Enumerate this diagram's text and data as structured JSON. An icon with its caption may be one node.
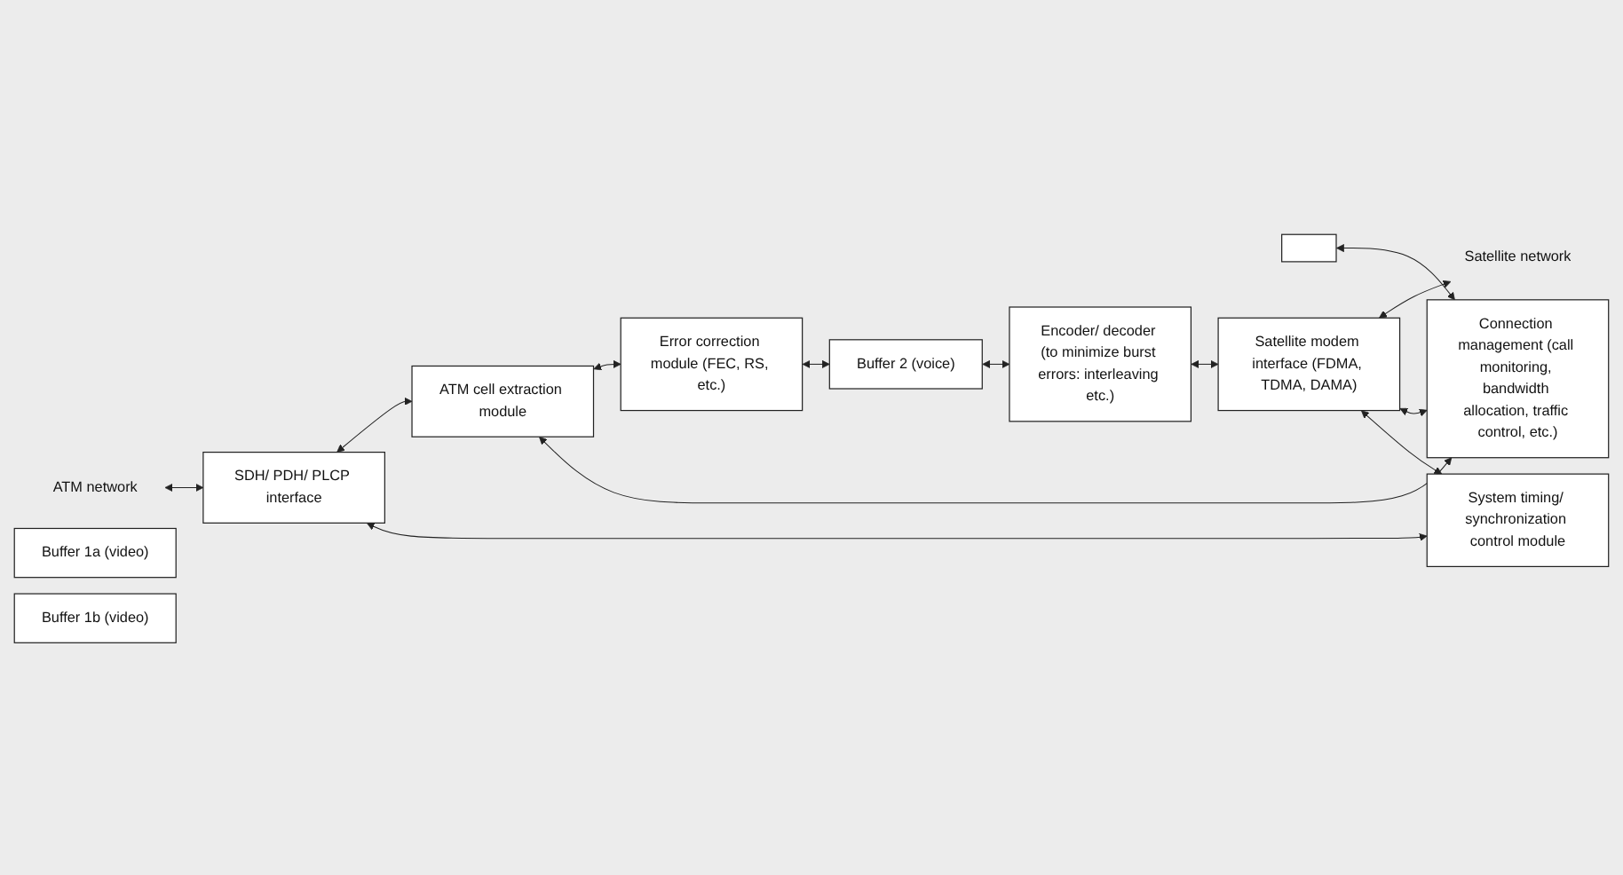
{
  "diagram": {
    "nodes": [
      {
        "text": [
          "ATM network"
        ]
      },
      {
        "text": [
          "SDH/ PDH/ PLCP interface"
        ]
      },
      {
        "text": [
          "ATM cell extraction module"
        ]
      },
      {
        "text": [
          "Error correction module (FEC, RS, etc.)"
        ]
      },
      {
        "text": [
          "Buffer 1a (video)"
        ]
      },
      {
        "text": [
          "Buffer 1b (video)"
        ]
      },
      {
        "text": [
          "Buffer 2 (voice)"
        ]
      },
      {
        "text": [],
        "shape": "box"
      },
      {
        "text": [
          "Encoder/ decoder (to minimize burst errors: interleaving etc.)"
        ]
      },
      {
        "text": [
          "Satellite modem interface (FDMA, TDMA, DAMA)"
        ]
      },
      {
        "text": [
          "Satellite network"
        ]
      },
      {
        "text": [
          "Connection management (call monitoring, bandwidth allocation, traffic control, etc.)"
        ]
      },
      {
        "text": [
          "System timing/ synchronization control module"
        ]
      }
    ],
    "edges": [
      {
        "from": 0,
        "to": 1,
        "arrow": "both"
      },
      {
        "from": 1,
        "to": 2,
        "arrow": "both"
      },
      {
        "from": 2,
        "to": 3,
        "arrow": "both"
      },
      {
        "from": 3,
        "to": 6,
        "arrow": "both"
      },
      {
        "from": 6,
        "to": 8,
        "arrow": "both"
      },
      {
        "from": 8,
        "to": 9,
        "arrow": "both"
      },
      {
        "from": 9,
        "to": 10,
        "arrow": "both"
      },
      {
        "from": 1,
        "to": 12,
        "arrow": "both"
      },
      {
        "from": 2,
        "to": 11,
        "arrow": "both"
      },
      {
        "from": 7,
        "to": 11,
        "arrow": "both"
      },
      {
        "from": 9,
        "to": 11,
        "arrow": "both"
      },
      {
        "from": 9,
        "to": 12,
        "arrow": "both"
      }
    ]
  }
}
